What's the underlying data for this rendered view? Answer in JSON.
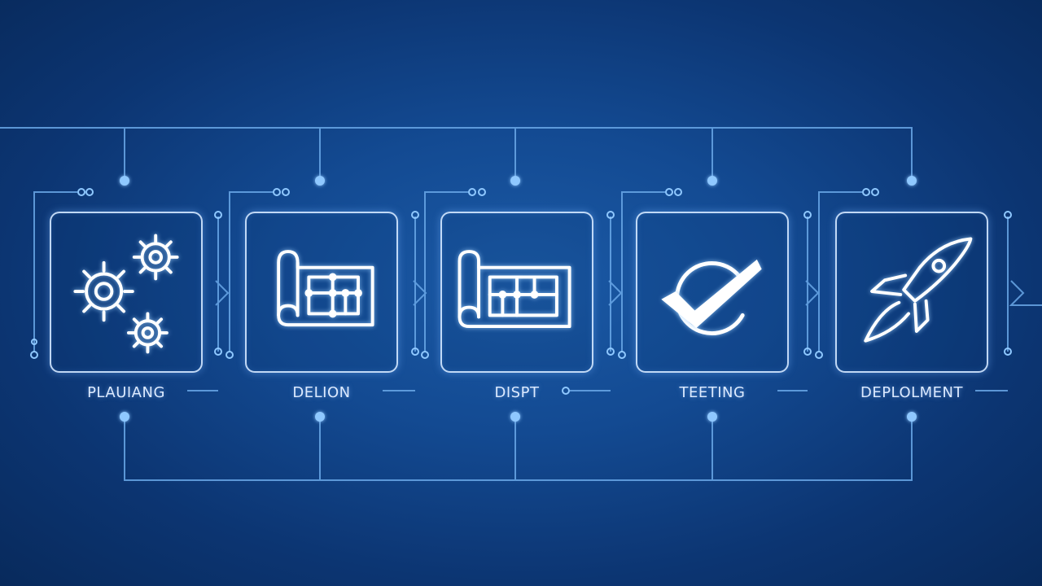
{
  "diagram": {
    "stages": [
      {
        "label": "PLAUIANG",
        "icon": "gears-icon"
      },
      {
        "label": "DELION",
        "icon": "blueprint-icon"
      },
      {
        "label": "DISPT",
        "icon": "blueprint-icon"
      },
      {
        "label": "TEETING",
        "icon": "checkmark-icon"
      },
      {
        "label": "DEPLOLMENT",
        "icon": "rocket-icon"
      }
    ],
    "colors": {
      "background": "#134a92",
      "line": "#6aa8e8",
      "node": "#8fc8ff",
      "icon": "#ffffff"
    }
  }
}
